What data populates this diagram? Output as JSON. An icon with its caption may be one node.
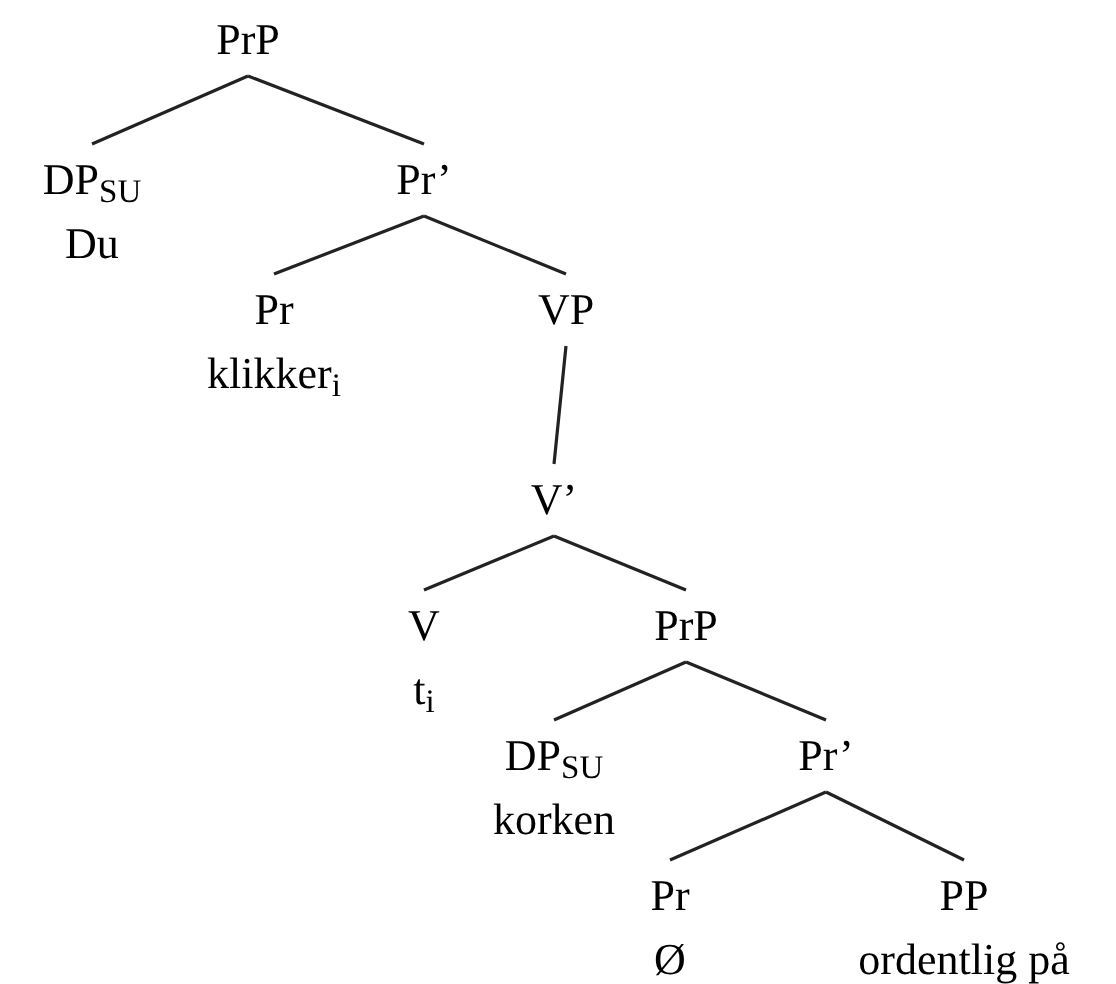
{
  "diagram": {
    "nodes": [
      {
        "text": [
          "PrP"
        ]
      },
      {
        "text": [
          "DP$_{SU}$",
          "Du"
        ]
      },
      {
        "text": [
          "Pr’"
        ]
      },
      {
        "text": [
          "Pr",
          "klikker$_{i}$"
        ]
      },
      {
        "text": [
          "VP"
        ]
      },
      {
        "text": [
          "V’"
        ]
      },
      {
        "text": [
          "V",
          "t$_{i}$"
        ]
      },
      {
        "text": [
          "PrP"
        ]
      },
      {
        "text": [
          "DP$_{SU}$",
          "korken"
        ]
      },
      {
        "text": [
          "Pr’"
        ]
      },
      {
        "text": [
          "Pr",
          "Ø"
        ]
      },
      {
        "text": [
          "PP",
          "ordentlig på"
        ]
      }
    ],
    "edges": [
      {
        "from": 0,
        "to": 1,
        "arrow": "none"
      },
      {
        "from": 0,
        "to": 2,
        "arrow": "none"
      },
      {
        "from": 2,
        "to": 3,
        "arrow": "none"
      },
      {
        "from": 2,
        "to": 4,
        "arrow": "none"
      },
      {
        "from": 4,
        "to": 5,
        "arrow": "none"
      },
      {
        "from": 5,
        "to": 6,
        "arrow": "none"
      },
      {
        "from": 5,
        "to": 7,
        "arrow": "none"
      },
      {
        "from": 7,
        "to": 8,
        "arrow": "none"
      },
      {
        "from": 7,
        "to": 9,
        "arrow": "none"
      },
      {
        "from": 9,
        "to": 10,
        "arrow": "none"
      },
      {
        "from": 9,
        "to": 11,
        "arrow": "none"
      }
    ]
  }
}
